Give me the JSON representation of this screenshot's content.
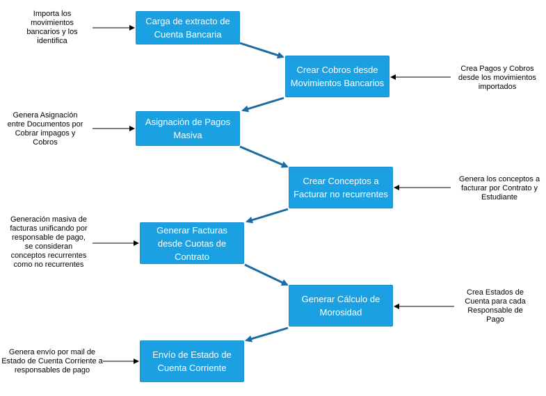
{
  "steps": [
    {
      "label": "Carga de extracto de Cuenta Bancaria",
      "note": "Importa los movimientos bancarios y los identifica"
    },
    {
      "label": "Crear Cobros desde Movimientos Bancarios",
      "note": "Crea Pagos y Cobros desde los movimientos importados"
    },
    {
      "label": "Asignación de Pagos Masiva",
      "note": "Genera Asignación entre Documentos por Cobrar impagos y Cobros"
    },
    {
      "label": "Crear Conceptos a Facturar no recurrentes",
      "note": "Genera los conceptos a facturar por Contrato y Estudiante"
    },
    {
      "label": "Generar Facturas desde Cuotas de Contrato",
      "note": "Generación masiva de facturas unificando por responsable de pago, se consideran conceptos recurrentes como no recurrentes"
    },
    {
      "label": "Generar Cálculo de Morosidad",
      "note": "Crea Estados de Cuenta para cada Responsable de Pago"
    },
    {
      "label": "Envío de Estado de Cuenta Corriente",
      "note": "Genera envío por mail de Estado de Cuenta Corriente a responsables de pago"
    }
  ],
  "colors": {
    "box_fill": "#1ba1e2",
    "flow_arrow": "#1a6ba3",
    "note_arrow": "#000000"
  }
}
